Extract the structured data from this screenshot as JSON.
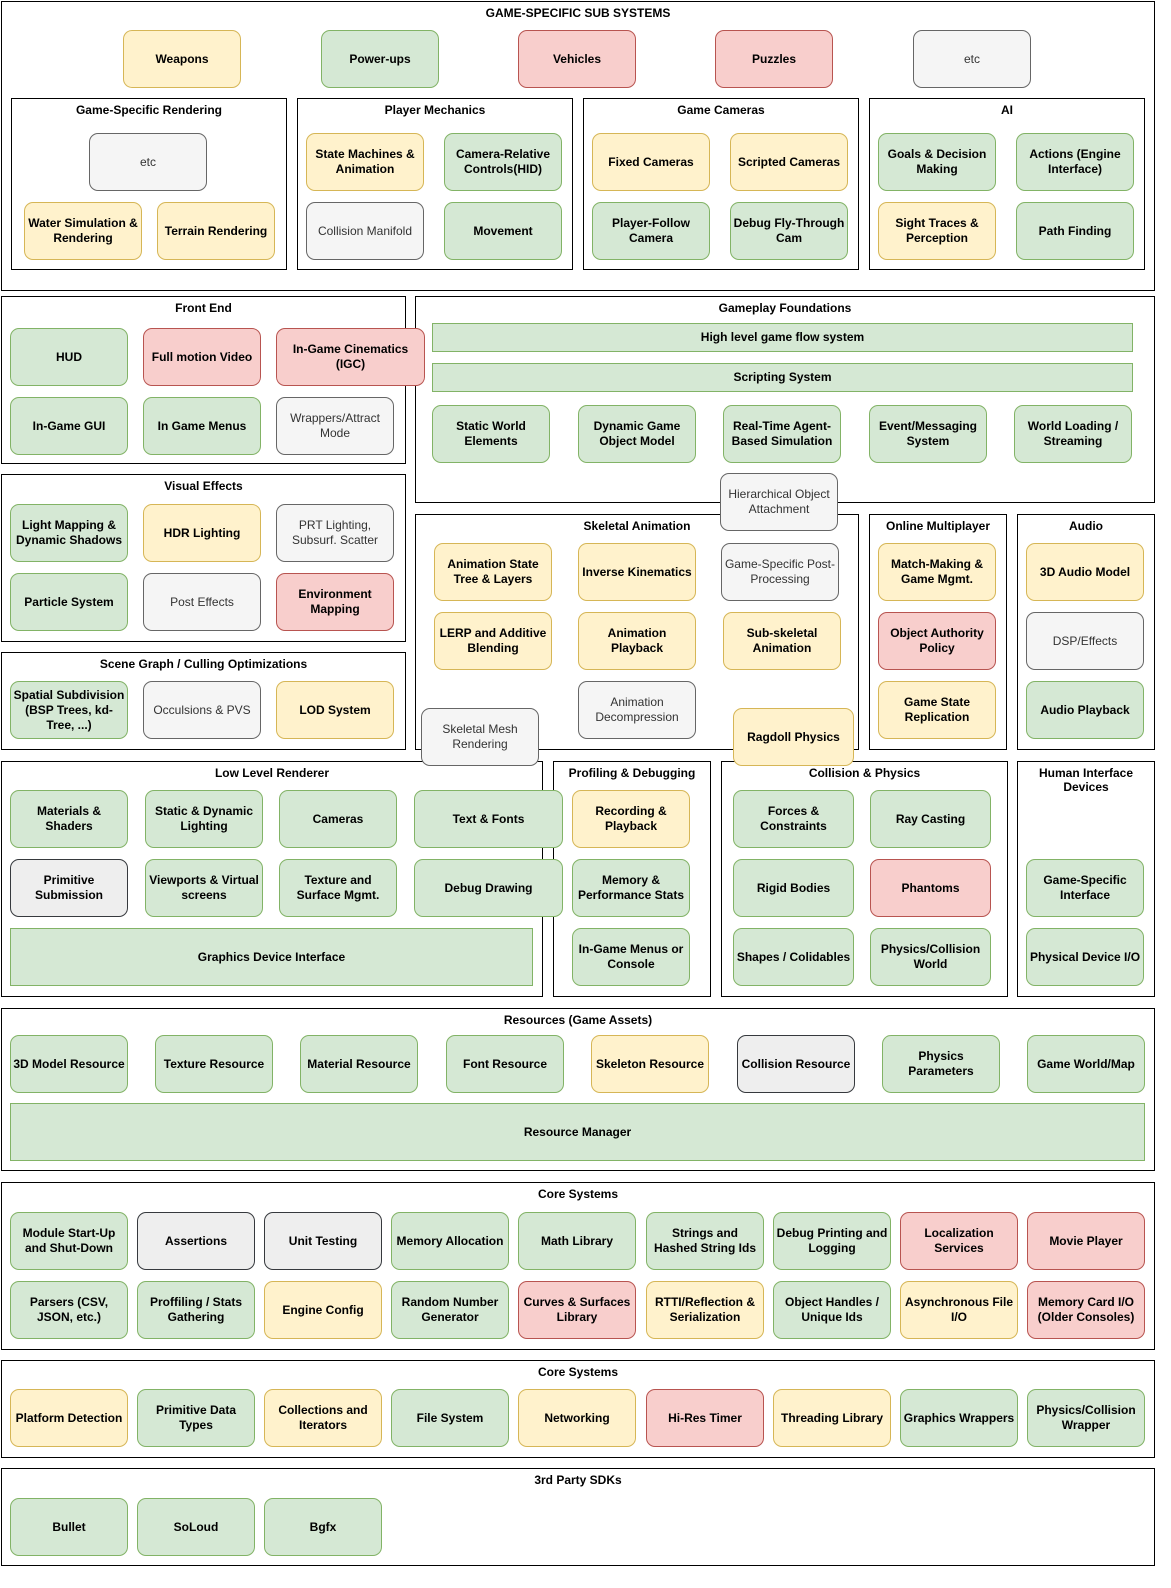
{
  "groups": [
    {
      "id": "game-specific-sub-systems",
      "title": "GAME-SPECIFIC SUB SYSTEMS"
    },
    {
      "id": "game-specific-rendering",
      "title": "Game-Specific Rendering"
    },
    {
      "id": "player-mechanics",
      "title": "Player Mechanics"
    },
    {
      "id": "game-cameras",
      "title": "Game Cameras"
    },
    {
      "id": "ai",
      "title": "AI"
    },
    {
      "id": "front-end",
      "title": "Front End"
    },
    {
      "id": "gameplay-foundations",
      "title": "Gameplay Foundations"
    },
    {
      "id": "visual-effects",
      "title": "Visual Effects"
    },
    {
      "id": "skeletal-animation",
      "title": "Skeletal Animation"
    },
    {
      "id": "online-multiplayer",
      "title": "Online Multiplayer"
    },
    {
      "id": "audio",
      "title": "Audio"
    },
    {
      "id": "scene-graph",
      "title": "Scene Graph / Culling Optimizations"
    },
    {
      "id": "low-level-renderer",
      "title": "Low Level Renderer"
    },
    {
      "id": "profiling-debugging",
      "title": "Profiling & Debugging"
    },
    {
      "id": "collision-physics",
      "title": "Collision & Physics"
    },
    {
      "id": "human-interface-devices",
      "title": "Human Interface Devices"
    },
    {
      "id": "resources",
      "title": "Resources (Game Assets)"
    },
    {
      "id": "core-systems-1",
      "title": "Core Systems"
    },
    {
      "id": "core-systems-2",
      "title": "Core Systems"
    },
    {
      "id": "third-party-sdks",
      "title": "3rd Party SDKs"
    }
  ],
  "boxes": [
    {
      "id": "weapons",
      "label": "Weapons",
      "color": "yellow"
    },
    {
      "id": "power-ups",
      "label": "Power-ups",
      "color": "green"
    },
    {
      "id": "vehicles",
      "label": "Vehicles",
      "color": "red"
    },
    {
      "id": "puzzles",
      "label": "Puzzles",
      "color": "red"
    },
    {
      "id": "etc-top",
      "label": "etc",
      "color": "gray"
    },
    {
      "id": "etc-rendering",
      "label": "etc",
      "color": "gray"
    },
    {
      "id": "water-simulation",
      "label": "Water Simulation & Rendering",
      "color": "yellow"
    },
    {
      "id": "terrain-rendering",
      "label": "Terrain Rendering",
      "color": "yellow"
    },
    {
      "id": "state-machines",
      "label": "State Machines & Animation",
      "color": "yellow"
    },
    {
      "id": "camera-relative-controls",
      "label": "Camera-Relative Controls(HID)",
      "color": "green"
    },
    {
      "id": "collision-manifold",
      "label": "Collision Manifold",
      "color": "gray"
    },
    {
      "id": "movement",
      "label": "Movement",
      "color": "green"
    },
    {
      "id": "fixed-cameras",
      "label": "Fixed Cameras",
      "color": "yellow"
    },
    {
      "id": "scripted-cameras",
      "label": "Scripted Cameras",
      "color": "yellow"
    },
    {
      "id": "player-follow-camera",
      "label": "Player-Follow Camera",
      "color": "green"
    },
    {
      "id": "debug-fly-through-cam",
      "label": "Debug Fly-Through Cam",
      "color": "green"
    },
    {
      "id": "goals-decision-making",
      "label": "Goals & Decision Making",
      "color": "green"
    },
    {
      "id": "actions-engine-interface",
      "label": "Actions (Engine Interface)",
      "color": "green"
    },
    {
      "id": "sight-traces-perception",
      "label": "Sight Traces & Perception",
      "color": "yellow"
    },
    {
      "id": "path-finding",
      "label": "Path Finding",
      "color": "green"
    },
    {
      "id": "hud",
      "label": "HUD",
      "color": "green"
    },
    {
      "id": "full-motion-video",
      "label": "Full motion Video",
      "color": "red"
    },
    {
      "id": "in-game-cinematics",
      "label": "In-Game Cinematics (IGC)",
      "color": "red"
    },
    {
      "id": "in-game-gui",
      "label": "In-Game GUI",
      "color": "green"
    },
    {
      "id": "in-game-menus",
      "label": "In Game Menus",
      "color": "green"
    },
    {
      "id": "wrappers-attract-mode",
      "label": "Wrappers/Attract Mode",
      "color": "gray"
    },
    {
      "id": "high-level-game-flow",
      "label": "High level game flow system",
      "color": "green"
    },
    {
      "id": "scripting-system",
      "label": "Scripting System",
      "color": "green"
    },
    {
      "id": "static-world-elements",
      "label": "Static World Elements",
      "color": "green"
    },
    {
      "id": "dynamic-game-object-model",
      "label": "Dynamic Game Object Model",
      "color": "green"
    },
    {
      "id": "real-time-agent-simulation",
      "label": "Real-Time Agent-Based Simulation",
      "color": "green"
    },
    {
      "id": "event-messaging-system",
      "label": "Event/Messaging System",
      "color": "green"
    },
    {
      "id": "world-loading-streaming",
      "label": "World Loading / Streaming",
      "color": "green"
    },
    {
      "id": "light-mapping",
      "label": "Light Mapping & Dynamic Shadows",
      "color": "green"
    },
    {
      "id": "hdr-lighting",
      "label": "HDR Lighting",
      "color": "yellow"
    },
    {
      "id": "prt-lighting",
      "label": "PRT Lighting, Subsurf. Scatter",
      "color": "gray"
    },
    {
      "id": "particle-system",
      "label": "Particle System",
      "color": "green"
    },
    {
      "id": "post-effects",
      "label": "Post Effects",
      "color": "gray"
    },
    {
      "id": "environment-mapping",
      "label": "Environment Mapping",
      "color": "red"
    },
    {
      "id": "animation-state-tree",
      "label": "Animation State Tree & Layers",
      "color": "yellow"
    },
    {
      "id": "inverse-kinematics",
      "label": "Inverse Kinematics",
      "color": "yellow"
    },
    {
      "id": "game-specific-post-processing",
      "label": "Game-Specific Post-Processing",
      "color": "gray"
    },
    {
      "id": "lerp-additive-blending",
      "label": "LERP and Additive Blending",
      "color": "yellow"
    },
    {
      "id": "animation-playback",
      "label": "Animation Playback",
      "color": "yellow"
    },
    {
      "id": "sub-skeletal-animation",
      "label": "Sub-skeletal Animation",
      "color": "yellow"
    },
    {
      "id": "animation-decompression",
      "label": "Animation Decompression",
      "color": "gray"
    },
    {
      "id": "match-making",
      "label": "Match-Making & Game Mgmt.",
      "color": "yellow"
    },
    {
      "id": "object-authority-policy",
      "label": "Object Authority Policy",
      "color": "red"
    },
    {
      "id": "game-state-replication",
      "label": "Game State Replication",
      "color": "yellow"
    },
    {
      "id": "3d-audio-model",
      "label": "3D Audio Model",
      "color": "yellow"
    },
    {
      "id": "dsp-effects",
      "label": "DSP/Effects",
      "color": "gray"
    },
    {
      "id": "audio-playback",
      "label": "Audio Playback",
      "color": "green"
    },
    {
      "id": "spatial-subdivision",
      "label": "Spatial Subdivision (BSP Trees, kd-Tree, ...)",
      "color": "green"
    },
    {
      "id": "occlusions-pvs",
      "label": "Occulsions & PVS",
      "color": "gray"
    },
    {
      "id": "lod-system",
      "label": "LOD  System",
      "color": "yellow"
    },
    {
      "id": "materials-shaders",
      "label": "Materials & Shaders",
      "color": "green"
    },
    {
      "id": "static-dynamic-lighting",
      "label": "Static & Dynamic Lighting",
      "color": "green"
    },
    {
      "id": "cameras",
      "label": "Cameras",
      "color": "green"
    },
    {
      "id": "primitive-submission",
      "label": "Primitive Submission",
      "color": "gray2"
    },
    {
      "id": "viewports-virtual-screens",
      "label": "Viewports & Virtual screens",
      "color": "green"
    },
    {
      "id": "texture-surface-mgmt",
      "label": "Texture and Surface Mgmt.",
      "color": "green"
    },
    {
      "id": "graphics-device-interface",
      "label": "Graphics Device Interface",
      "color": "green"
    },
    {
      "id": "recording-playback",
      "label": "Recording & Playback",
      "color": "yellow"
    },
    {
      "id": "memory-performance-stats",
      "label": "Memory & Performance Stats",
      "color": "green"
    },
    {
      "id": "in-game-menus-console",
      "label": "In-Game Menus or Console",
      "color": "green"
    },
    {
      "id": "forces-constraints",
      "label": "Forces & Constraints",
      "color": "green"
    },
    {
      "id": "ray-casting",
      "label": "Ray Casting",
      "color": "green"
    },
    {
      "id": "rigid-bodies",
      "label": "Rigid Bodies",
      "color": "green"
    },
    {
      "id": "phantoms",
      "label": "Phantoms",
      "color": "red"
    },
    {
      "id": "shapes-colidables",
      "label": "Shapes / Colidables",
      "color": "green"
    },
    {
      "id": "physics-collision-world",
      "label": "Physics/Collision World",
      "color": "green"
    },
    {
      "id": "game-specific-interface",
      "label": "Game-Specific Interface",
      "color": "green"
    },
    {
      "id": "physical-device-io",
      "label": "Physical Device I/O",
      "color": "green"
    },
    {
      "id": "text-fonts",
      "label": "Text & Fonts",
      "color": "green"
    },
    {
      "id": "debug-drawing",
      "label": "Debug Drawing",
      "color": "green"
    },
    {
      "id": "hierarchical-object-attachment",
      "label": "Hierarchical Object Attachment",
      "color": "gray"
    },
    {
      "id": "skeletal-mesh-rendering",
      "label": "Skeletal Mesh Rendering",
      "color": "gray"
    },
    {
      "id": "ragdoll-physics",
      "label": "Ragdoll Physics",
      "color": "yellow"
    },
    {
      "id": "3d-model-resource",
      "label": "3D Model Resource",
      "color": "green"
    },
    {
      "id": "texture-resource",
      "label": "Texture Resource",
      "color": "green"
    },
    {
      "id": "material-resource",
      "label": "Material Resource",
      "color": "green"
    },
    {
      "id": "font-resource",
      "label": "Font Resource",
      "color": "green"
    },
    {
      "id": "skeleton-resource",
      "label": "Skeleton Resource",
      "color": "yellow"
    },
    {
      "id": "collision-resource",
      "label": "Collision Resource",
      "color": "gray2"
    },
    {
      "id": "physics-parameters",
      "label": "Physics Parameters",
      "color": "green"
    },
    {
      "id": "game-world-map",
      "label": "Game World/Map",
      "color": "green"
    },
    {
      "id": "resource-manager",
      "label": "Resource Manager",
      "color": "green"
    },
    {
      "id": "module-start-up",
      "label": "Module Start-Up and Shut-Down",
      "color": "green"
    },
    {
      "id": "assertions",
      "label": "Assertions",
      "color": "gray2"
    },
    {
      "id": "unit-testing",
      "label": "Unit Testing",
      "color": "gray2"
    },
    {
      "id": "memory-allocation",
      "label": "Memory Allocation",
      "color": "green"
    },
    {
      "id": "math-library",
      "label": "Math Library",
      "color": "green"
    },
    {
      "id": "strings-hashed-ids",
      "label": "Strings and Hashed String Ids",
      "color": "green"
    },
    {
      "id": "debug-printing-logging",
      "label": "Debug Printing and Logging",
      "color": "green"
    },
    {
      "id": "localization-services",
      "label": "Localization Services",
      "color": "red"
    },
    {
      "id": "movie-player",
      "label": "Movie Player",
      "color": "red"
    },
    {
      "id": "parsers",
      "label": "Parsers (CSV, JSON, etc.)",
      "color": "green"
    },
    {
      "id": "profiling-stats-gathering",
      "label": "Proffiling / Stats Gathering",
      "color": "green"
    },
    {
      "id": "engine-config",
      "label": "Engine Config",
      "color": "yellow"
    },
    {
      "id": "random-number-generator",
      "label": "Random Number Generator",
      "color": "green"
    },
    {
      "id": "curves-surfaces-library",
      "label": "Curves & Surfaces Library",
      "color": "red"
    },
    {
      "id": "rtti-reflection",
      "label": "RTTI/Reflection & Serialization",
      "color": "yellow"
    },
    {
      "id": "object-handles",
      "label": "Object Handles / Unique Ids",
      "color": "green"
    },
    {
      "id": "asynchronous-file-io",
      "label": "Asynchronous File I/O",
      "color": "yellow"
    },
    {
      "id": "memory-card-io",
      "label": "Memory Card I/O (Older Consoles)",
      "color": "red"
    },
    {
      "id": "platform-detection",
      "label": "Platform Detection",
      "color": "yellow"
    },
    {
      "id": "primitive-data-types",
      "label": "Primitive Data Types",
      "color": "green"
    },
    {
      "id": "collections-iterators",
      "label": "Collections and Iterators",
      "color": "yellow"
    },
    {
      "id": "file-system",
      "label": "File System",
      "color": "green"
    },
    {
      "id": "networking",
      "label": "Networking",
      "color": "yellow"
    },
    {
      "id": "hi-res-timer",
      "label": "Hi-Res Timer",
      "color": "red"
    },
    {
      "id": "threading-library",
      "label": "Threading Library",
      "color": "yellow"
    },
    {
      "id": "graphics-wrappers",
      "label": "Graphics Wrappers",
      "color": "green"
    },
    {
      "id": "physics-collision-wrapper",
      "label": "Physics/Collision Wrapper",
      "color": "green"
    },
    {
      "id": "bullet",
      "label": "Bullet",
      "color": "green"
    },
    {
      "id": "soloud",
      "label": "SoLoud",
      "color": "green"
    },
    {
      "id": "bgfx",
      "label": "Bgfx",
      "color": "green"
    }
  ]
}
